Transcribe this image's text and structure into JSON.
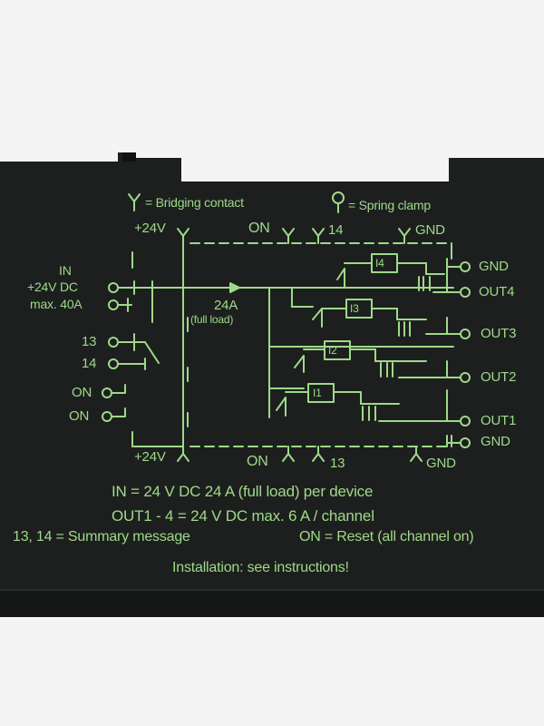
{
  "legend": {
    "bridging_contact": "= Bridging contact",
    "spring_clamp": "= Spring clamp"
  },
  "top_terminals": {
    "plus24v": "+24V",
    "on": "ON",
    "t14": "14",
    "gnd": "GND"
  },
  "bottom_terminals": {
    "plus24v": "+24V",
    "on": "ON",
    "t13": "13",
    "gnd": "GND"
  },
  "inputs": {
    "in": "IN",
    "dc": "+24V DC",
    "max": "max. 40A",
    "t13": "13",
    "t14": "14",
    "on1": "ON",
    "on2": "ON"
  },
  "load": {
    "current": "24A",
    "note": "(full load)"
  },
  "channels": [
    "I4",
    "I3",
    "I2",
    "I1"
  ],
  "outputs": {
    "gnd_top": "GND",
    "out4": "OUT4",
    "out3": "OUT3",
    "out2": "OUT2",
    "out1": "OUT1",
    "gnd_bottom": "GND"
  },
  "spec": {
    "line1": "IN = 24 V DC 24 A (full load) per device",
    "line2": "OUT1 - 4 = 24 V DC max. 6 A / channel",
    "line3": "13, 14 = Summary message",
    "line3b": "ON = Reset (all channel on)",
    "line4": "Installation: see instructions!"
  },
  "colors": {
    "housing": "#1d1f1e",
    "print": "#9ed98a",
    "background": "#f4f4f4"
  }
}
